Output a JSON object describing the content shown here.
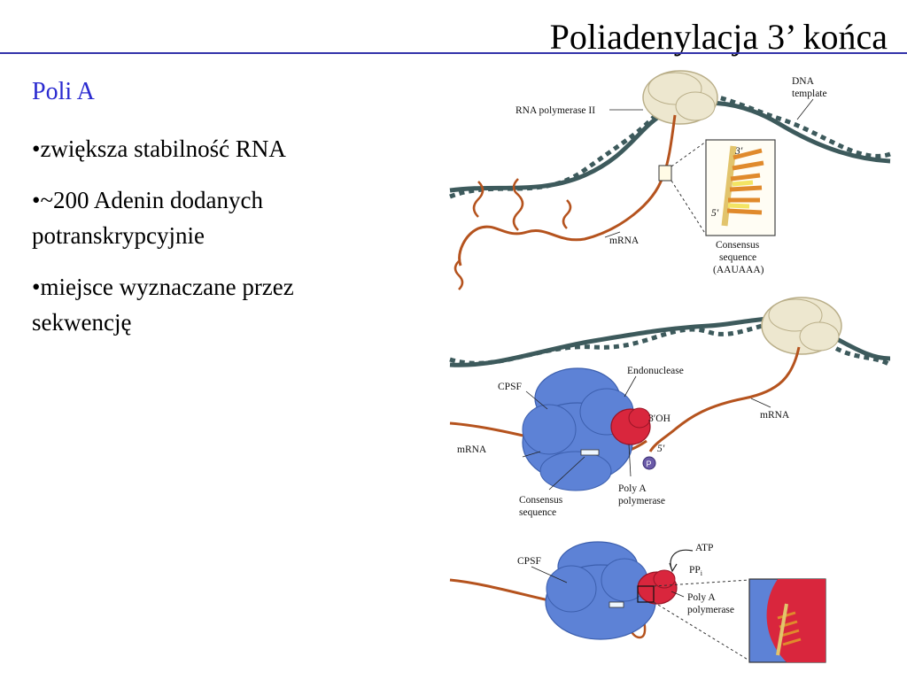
{
  "slide": {
    "title": "Poliadenylacja 3’ końca",
    "subtitle": "Poli A",
    "bullets": [
      "•zwiększa stabilność RNA",
      "•~200 Adenin dodanych potranskrypcyjnie",
      "•miejsce wyznaczane przez sekwencję"
    ]
  },
  "figure": {
    "panel1": {
      "rna_pol_label": "RNA polymerase II",
      "dna_label_1": "DNA",
      "dna_label_2": "template",
      "mrna_label": "mRNA",
      "prime3": "3′",
      "prime5": "5′",
      "consensus_1": "Consensus",
      "consensus_2": "sequence",
      "consensus_3": "(AAUAAA)"
    },
    "panel2": {
      "endonuclease_label": "Endonuclease",
      "cpsf_label": "CPSF",
      "oh_label": "3′OH",
      "mrna_left": "mRNA",
      "mrna_right": "mRNA",
      "prime5": "5′",
      "phosphate": "P",
      "consensus_1": "Consensus",
      "consensus_2": "sequence",
      "polya_1": "Poly A",
      "polya_2": "polymerase"
    },
    "panel3": {
      "cpsf_label": "CPSF",
      "atp_label": "ATP",
      "ppi_label": "PP",
      "ppi_sub": "i",
      "polya_1": "Poly A",
      "polya_2": "polymerase"
    }
  },
  "colors": {
    "title_rule": "#3333aa",
    "subtitle": "#2b2bd0",
    "dna": "#3d5a5c",
    "mrna": "#b5531e",
    "cpsf": "#5d82d6",
    "polymerase": "#d9263d",
    "rna_pol": "#ede7cf"
  }
}
